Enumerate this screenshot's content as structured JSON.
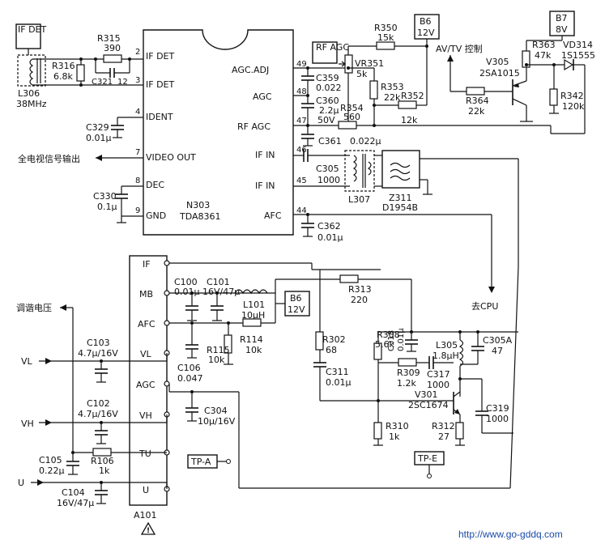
{
  "labels": {
    "if_det_box": "IF DET",
    "r315": "R315",
    "r315_v": "390",
    "r316": "R316",
    "r316_v": "6.8k",
    "c321": "C321",
    "c321_v": "12",
    "l306": "L306",
    "l306_v": "38MHz",
    "c329": "C329",
    "c329_v": "0.01μ",
    "full_tv_out": "全电视信号输出",
    "c330": "C330",
    "c330_v": "0.1μ",
    "ic_name": "N303",
    "ic_type": "TDA8361",
    "pin_if_det1": "IF DET",
    "pin_if_det2": "IF DET",
    "pin_ident": "IDENT",
    "pin_video": "VIDEO OUT",
    "pin_dec": "DEC",
    "pin_gnd": "GND",
    "pin_agc_adj": "AGC.ADJ",
    "pin_agc": "AGC",
    "pin_rf_agc": "RF AGC",
    "pin_if_in1": "IF IN",
    "pin_if_in2": "IF IN",
    "pin_afc": "AFC",
    "pn2": "2",
    "pn3": "3",
    "pn4": "4",
    "pn7": "7",
    "pn8": "8",
    "pn9": "9",
    "pn49": "49",
    "pn48": "48",
    "pn47": "47",
    "pn46": "46",
    "pn45": "45",
    "pn44": "44",
    "rf_agc_box": "RF AGC",
    "r350": "R350",
    "r350_v": "15k",
    "b6_top": "B6",
    "b6_top_v": "12V",
    "vr351": "VR351",
    "vr351_v": "5k",
    "c359": "C359",
    "c359_v": "0.022",
    "r353": "R353",
    "r353_v": "22k",
    "c360": "C360",
    "c360_v": "2.2μ",
    "c360_v2": "50V",
    "r354": "R354",
    "r354_v": "560",
    "r352": "R352",
    "r352_v": "12k",
    "c361": "C361",
    "c361_v": "0.022μ",
    "b7": "B7",
    "b7_v": "8V",
    "av_tv": "AV/TV 控制",
    "r363": "R363",
    "r363_v": "47k",
    "vd314": "VD314",
    "vd314_v": "1S1555",
    "v305": "V305",
    "v305_v": "2SA1015",
    "r364": "R364",
    "r364_v": "22k",
    "r342": "R342",
    "r342_v": "120k",
    "c305": "C305",
    "c305_v": "1000",
    "l307": "L307",
    "z311": "Z311",
    "z311_v": "D1954B",
    "c362": "C362",
    "c362_v": "0.01μ",
    "to_cpu": "去CPU",
    "t_if": "IF",
    "t_mb": "MB",
    "t_afc": "AFC",
    "t_vl": "VL",
    "t_agc": "AGC",
    "t_vh": "VH",
    "t_tu": "TU",
    "t_u": "U",
    "c100": "C100",
    "c100_v": "0.01μ",
    "c101": "C101",
    "c101_v": "16V/47μ",
    "l101": "L101",
    "l101_v": "10μH",
    "b6_mid": "B6",
    "b6_mid_v": "12V",
    "r313": "R313",
    "r313_v": "220",
    "r115": "R115",
    "r115_v": "10k",
    "r114": "R114",
    "r114_v": "10k",
    "c106": "C106",
    "c106_v": "0.047",
    "tuning_v": "调谐电压",
    "c103": "C103",
    "c103_v": "4.7μ/16V",
    "vl_in": "VL",
    "c102": "C102",
    "c102_v": "4.7μ/16V",
    "vh_in": "VH",
    "c304": "C304",
    "c304_v": "10μ/16V",
    "c105": "C105",
    "c105_v": "0.22μ",
    "r106": "R106",
    "r106_v": "1k",
    "u_in": "U",
    "c104": "C104",
    "c104_v": "16V/47μ",
    "a101": "A101",
    "tp_a": "TP-A",
    "tp_e": "TP-E",
    "r302": "R302",
    "r302_v": "68",
    "r308": "R308",
    "r308_v": "5.6k",
    "c318": "C318",
    "c318_v": "0.01μ",
    "l305": "L305",
    "l305_v": "1.8μH",
    "c305a": "C305A",
    "c305a_v": "47",
    "c311": "C311",
    "c311_v": "0.01μ",
    "r309": "R309",
    "r309_v": "1.2k",
    "c317": "C317",
    "c317_v": "1000",
    "v301": "V301",
    "v301_v": "2SC1674",
    "c319": "C319",
    "c319_v": "1000",
    "r310": "R310",
    "r310_v": "1k",
    "r312": "R312",
    "r312_v": "27",
    "watermark": "http://www.go-gddq.com"
  }
}
